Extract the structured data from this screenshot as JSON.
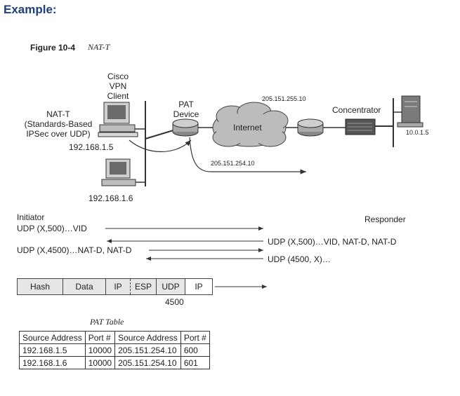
{
  "heading": "Example:",
  "figure": {
    "label": "Figure 10-4",
    "title": "NAT-T"
  },
  "network": {
    "client_label": [
      "Cisco",
      "VPN",
      "Client"
    ],
    "natt_label": [
      "NAT-T",
      "(Standards-Based",
      "IPSec over UDP)"
    ],
    "client_ip": "192.168.1.5",
    "pc2_ip": "192.168.1.6",
    "pat_label": [
      "PAT",
      "Device"
    ],
    "internet_label": "Internet",
    "public_ip_top": "205.151.255.10",
    "public_ip_bottom": "205.151.254.10",
    "concentrator_label": "Concentrator",
    "server_ip": "10.0.1.5"
  },
  "exchange": {
    "initiator": "Initiator",
    "responder": "Responder",
    "msg1": "UDP (X,500)…VID",
    "msg2": "UDP (X,500)…VID, NAT-D, NAT-D",
    "msg3": "UDP (X,4500)…NAT-D, NAT-D",
    "msg4": "UDP (4500, X)…"
  },
  "packet": {
    "cells": [
      "Hash",
      "Data",
      "IP",
      "ESP",
      "UDP",
      "IP"
    ],
    "port_label": "4500"
  },
  "pat_table": {
    "title": "PAT Table",
    "headers": [
      "Source Address",
      "Port #",
      "Source Address",
      "Port #"
    ],
    "rows": [
      [
        "192.168.1.5",
        "10000",
        "205.151.254.10",
        "600"
      ],
      [
        "192.168.1.6",
        "10000",
        "205.151.254.10",
        "601"
      ]
    ]
  }
}
